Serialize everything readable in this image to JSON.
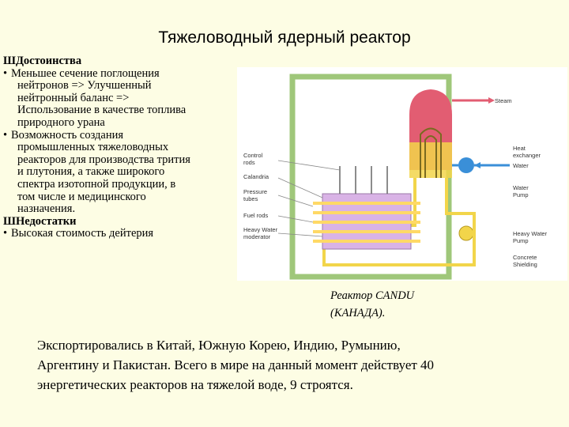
{
  "title": "Тяжеловодный ядерный реактор",
  "advantages": {
    "marker": "Ш",
    "heading": "Достоинства",
    "bullets": [
      {
        "dot": "•",
        "first": " Меньшее сечение поглощения",
        "lines": [
          "нейтронов => Улучшенный",
          "нейтронный баланс =>",
          "Использование в качестве топлива",
          "природного урана"
        ]
      },
      {
        "dot": "•",
        "first": "Возможность создания",
        "lines": [
          "промышленных тяжеловодных",
          "реакторов для производства трития",
          "и плутония, а также широкого",
          "спектра изотопной продукции, в",
          "том числе и медицинского",
          "назначения."
        ]
      }
    ]
  },
  "disadvantages": {
    "marker": "Ш",
    "heading": "Недостатки",
    "bullets": [
      {
        "dot": "•",
        "first": "Высокая стоимость дейтерия"
      }
    ]
  },
  "diagram": {
    "labels": {
      "steam": "Steam",
      "heat_exchanger_1": "Heat",
      "heat_exchanger_2": "exchanger",
      "water": "Water",
      "water_pump_1": "Water",
      "water_pump_2": "Pump",
      "heavy_water_pump_1": "Heavy Water",
      "heavy_water_pump_2": "Pump",
      "concrete_1": "Concrete",
      "concrete_2": "Shielding",
      "control_rods_1": "Control",
      "control_rods_2": "rods",
      "calandria": "Calandria",
      "pressure_tubes_1": "Pressure",
      "pressure_tubes_2": "tubes",
      "fuel_rods": "Fuel rods",
      "moderator_1": "Heavy Water",
      "moderator_2": "moderator"
    },
    "colors": {
      "shielding": "#9fc77a",
      "steam": "#e25d72",
      "pipe": "#f2d54a",
      "calandria": "#d9b3e6",
      "fuel": "#ffd966",
      "water_pump": "#3a8fd8"
    }
  },
  "caption": {
    "line1": "Реактор CANDU",
    "line2": "(КАНАДА)."
  },
  "footer": {
    "line1": "Экспортировались в Китай, Южную Корею, Индию, Румынию,",
    "line2": "Аргентину и Пакистан. Всего в мире на данный момент действует 40",
    "line3": "энергетических реакторов на тяжелой воде, 9 строятся."
  }
}
